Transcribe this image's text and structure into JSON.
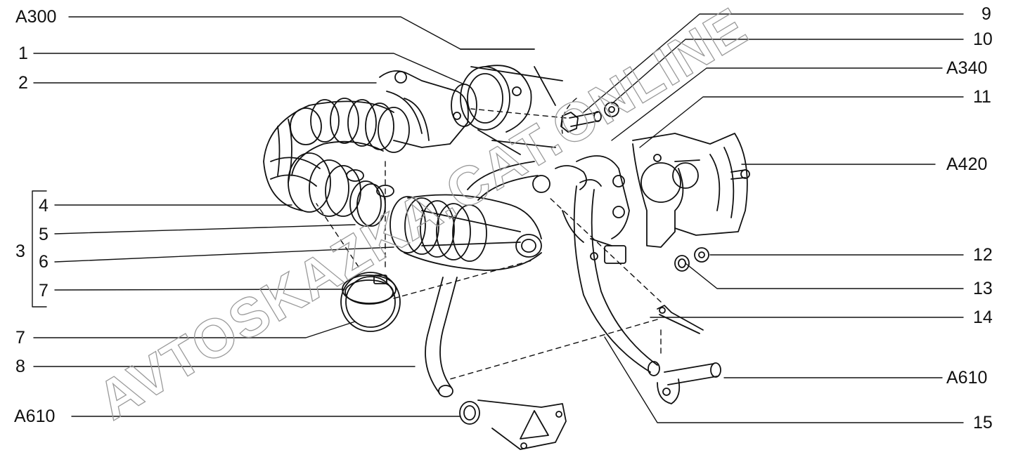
{
  "labels_left": {
    "a300": "A300",
    "p1": "1",
    "p2": "2",
    "p3": "3",
    "p4": "4",
    "p5": "5",
    "p6": "6",
    "p7a": "7",
    "p7b": "7",
    "p8": "8",
    "a610_left": "A610"
  },
  "labels_right": {
    "p9": "9",
    "p10": "10",
    "a340": "A340",
    "p11": "11",
    "a420": "A420",
    "p12": "12",
    "p13": "13",
    "p14": "14",
    "a610_right": "A610",
    "p15": "15"
  },
  "watermark": {
    "text": "AVTOSKAZKA.CAT.ONLINE",
    "color": "#9a9a9a"
  },
  "colors": {
    "line": "#111111",
    "background": "#ffffff"
  }
}
